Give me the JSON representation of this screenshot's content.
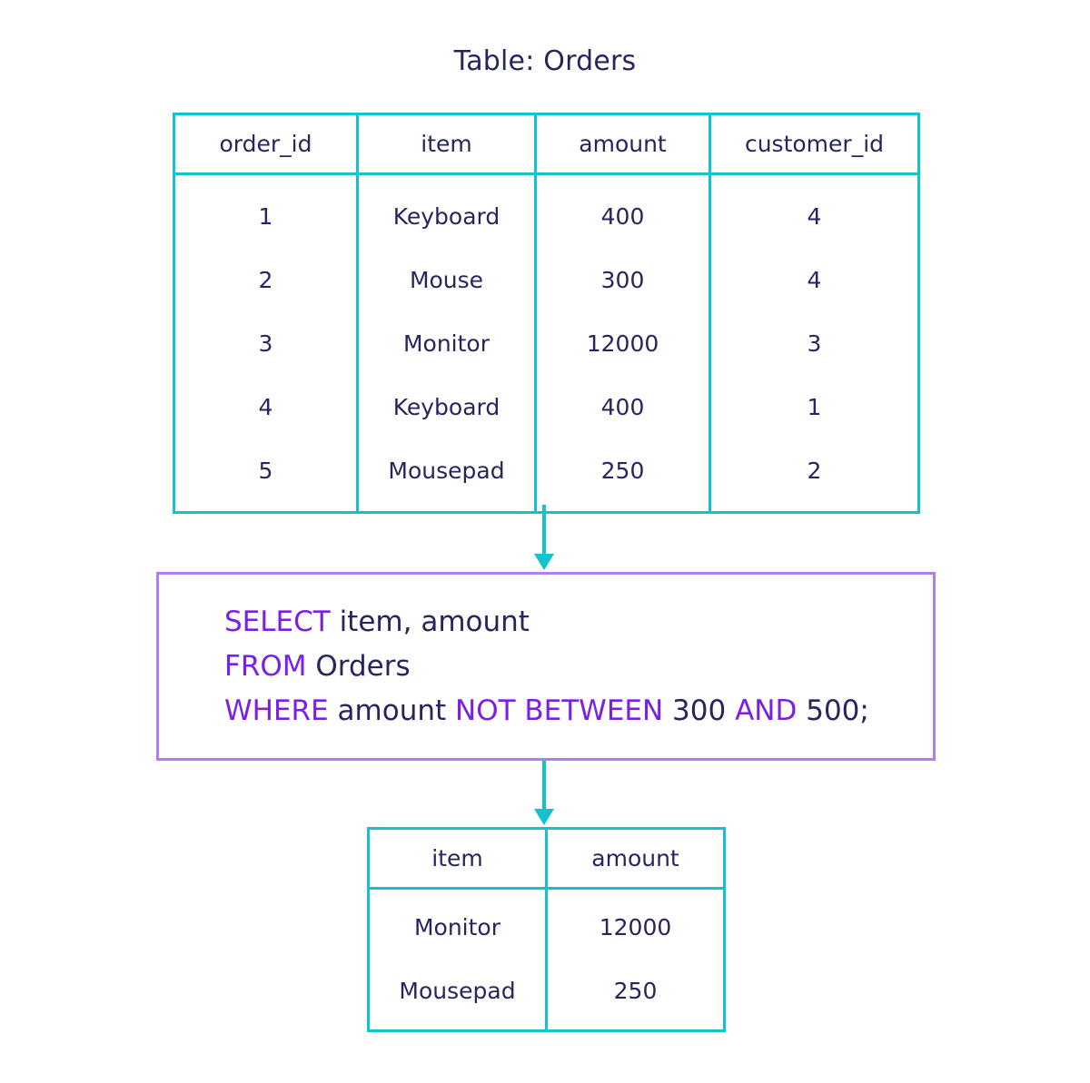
{
  "title": "Table: Orders",
  "orders_table": {
    "columns": [
      "order_id",
      "item",
      "amount",
      "customer_id"
    ],
    "rows": [
      [
        "1",
        "Keyboard",
        "400",
        "4"
      ],
      [
        "2",
        "Mouse",
        "300",
        "4"
      ],
      [
        "3",
        "Monitor",
        "12000",
        "3"
      ],
      [
        "4",
        "Keyboard",
        "400",
        "1"
      ],
      [
        "5",
        "Mousepad",
        "250",
        "2"
      ]
    ]
  },
  "query": {
    "line1": {
      "kw1": "SELECT",
      "rest": " item, amount"
    },
    "line2": {
      "kw1": "FROM",
      "rest": " Orders"
    },
    "line3": {
      "kw1": "WHERE",
      "mid1": " amount ",
      "kw2": "NOT BETWEEN",
      "mid2": " 300 ",
      "kw3": "AND",
      "end": " 500;"
    }
  },
  "result_table": {
    "columns": [
      "item",
      "amount"
    ],
    "rows": [
      [
        "Monitor",
        "12000"
      ],
      [
        "Mousepad",
        "250"
      ]
    ]
  },
  "colors": {
    "table_border": "#14c1cc",
    "query_border": "#b17ef0",
    "keyword": "#7b1fe6",
    "text": "#25265e"
  }
}
